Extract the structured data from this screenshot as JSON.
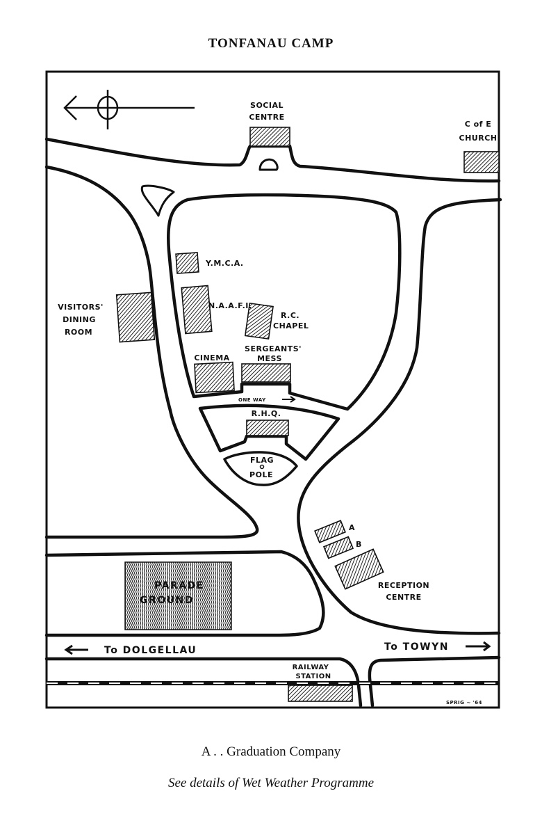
{
  "title": "TONFANAU CAMP",
  "map": {
    "labels": {
      "social_centre": [
        "SOCIAL",
        "CENTRE"
      ],
      "c_of_e_church": [
        "C of E",
        "CHURCH"
      ],
      "ymca": "Y.M.C.A.",
      "naafi": "N.A.A.F.I.",
      "rc_chapel": [
        "R.C.",
        "CHAPEL"
      ],
      "visitors_dining_room": [
        "VISITORS'",
        "DINING",
        "ROOM"
      ],
      "cinema": "CINEMA",
      "sergeants_mess": [
        "SERGEANTS'",
        "MESS"
      ],
      "one_way": "ONE WAY",
      "rhq": "R.H.Q.",
      "flag_pole": [
        "FLAG",
        "POLE"
      ],
      "building_a": "A",
      "building_b": "B",
      "reception_centre": [
        "RECEPTION",
        "CENTRE"
      ],
      "parade_ground": [
        "PARADE",
        "GROUND"
      ],
      "to_dolgellau": "To DOLGELLAU",
      "to_towyn": "To TOWYN",
      "railway_station": [
        "RAILWAY",
        "STATION"
      ],
      "signature": "SPRIG ~ '64"
    },
    "icons": {
      "north_arrow": "compass-north-arrow-left"
    }
  },
  "captions": {
    "legend": "A . . Graduation Company",
    "note": "See details of Wet Weather Programme"
  }
}
